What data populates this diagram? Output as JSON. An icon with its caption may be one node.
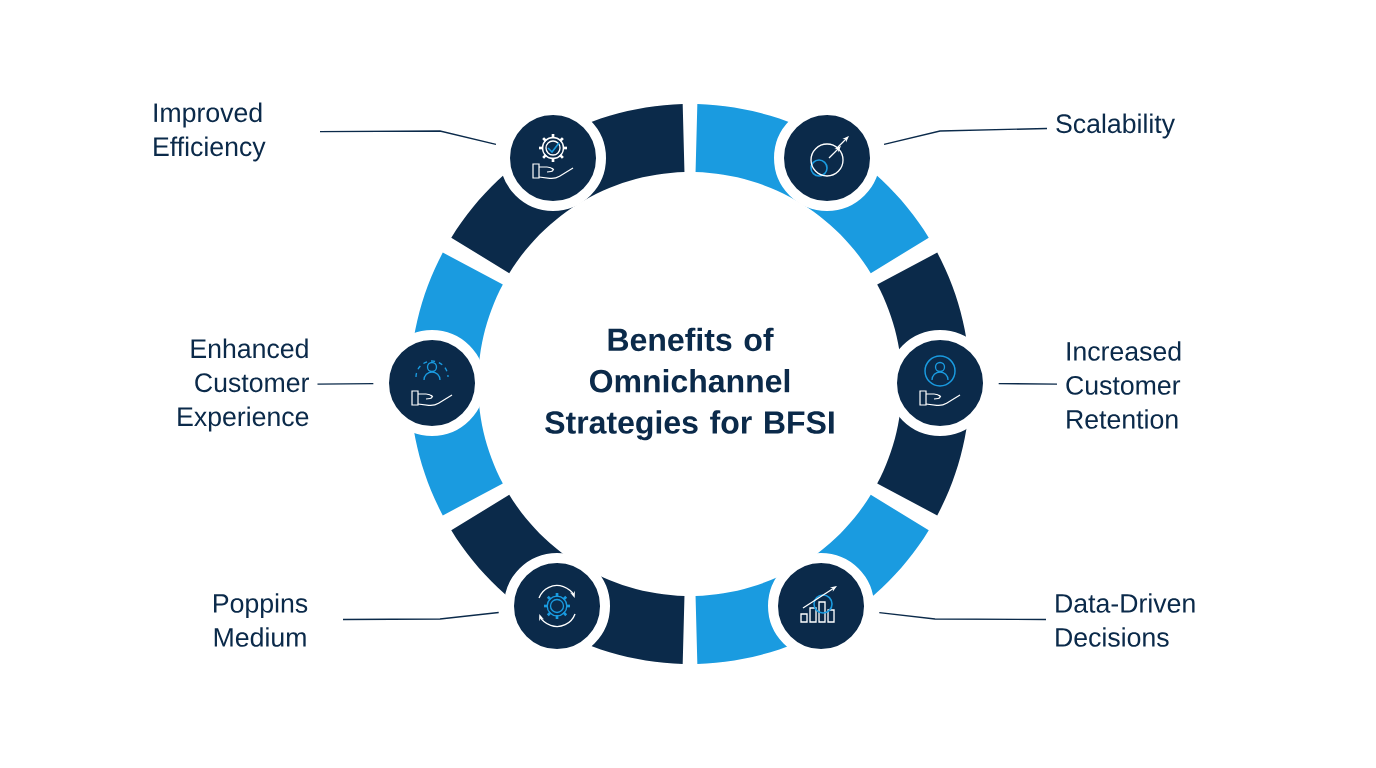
{
  "diagram": {
    "title": "Benefits of Omnichannel Strategies for BFSI",
    "nodes": [
      {
        "text": [
          "Improved Efficiency"
        ]
      },
      {
        "text": [
          "Scalability"
        ]
      },
      {
        "text": [
          "Enhanced Customer Experience"
        ]
      },
      {
        "text": [
          "Increased Customer Retention"
        ]
      },
      {
        "text": [
          "Poppins Medium"
        ]
      },
      {
        "text": [
          "Data-Driven Decisions"
        ]
      },
      {
        "text": [],
        "shape": "circle"
      },
      {
        "text": [],
        "shape": "circle"
      },
      {
        "text": [],
        "shape": "circle"
      },
      {
        "text": [],
        "shape": "circle"
      },
      {
        "text": [],
        "shape": "circle"
      },
      {
        "text": [],
        "shape": "circle"
      }
    ],
    "edges": [
      {
        "from": 0,
        "to": 6,
        "arrow": "none"
      },
      {
        "from": 1,
        "to": 7,
        "arrow": "none"
      },
      {
        "from": 2,
        "to": 8,
        "arrow": "none"
      },
      {
        "from": 3,
        "to": 9,
        "arrow": "none"
      },
      {
        "from": 4,
        "to": 10,
        "arrow": "none"
      },
      {
        "from": 5,
        "to": 11,
        "arrow": "none"
      }
    ]
  }
}
